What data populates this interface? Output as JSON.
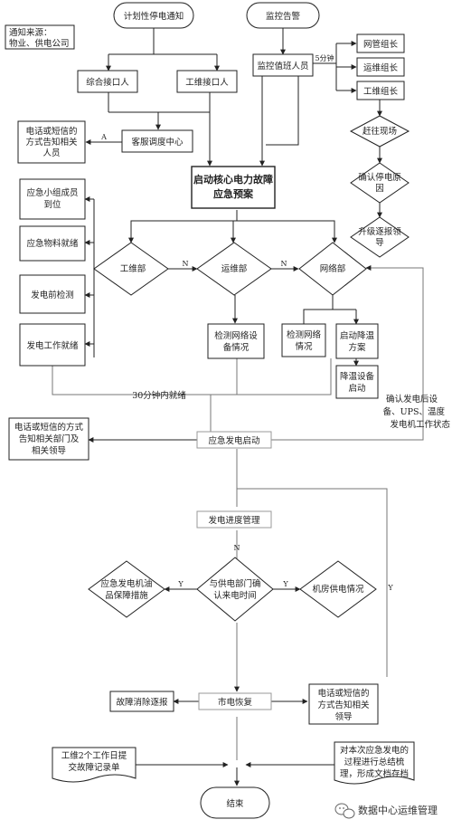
{
  "nodes": {
    "planned_notice": "计划性停电通知",
    "notice_source_1": "通知来源：",
    "notice_source_2": "物业、供电公司",
    "monitor_alarm": "监控告警",
    "general_contact": "综合接口人",
    "maint_contact": "工维接口人",
    "monitor_staff": "监控值班人员",
    "min5": "5分钟",
    "net_lead": "网管组长",
    "ops_lead": "运维组长",
    "maint_lead": "工维组长",
    "sms_notify_1_l1": "电话或短信的",
    "sms_notify_1_l2": "方式告知相关",
    "sms_notify_1_l3": "人员",
    "service_center": "客服调度中心",
    "go_site": "赶往现场",
    "confirm_cause_l1": "确认停电原",
    "confirm_cause_l2": "因",
    "plan_l1": "启动核心电力故障",
    "plan_l2": "应急预案",
    "escalate_l1": "升级逐报领",
    "escalate_l2": "导",
    "team_arrive_l1": "应急小组成员",
    "team_arrive_l2": "到位",
    "material_ready": "应急物料就绪",
    "gen_check": "发电前检测",
    "gen_ready": "发电工作就绪",
    "dept_maint": "工维部",
    "dept_ops": "运维部",
    "dept_net": "网络部",
    "check_equip_l1": "检测网络设",
    "check_equip_l2": "备情况",
    "check_net_l1": "检测网络",
    "check_net_l2": "情况",
    "start_cooling_l1": "启动降温",
    "start_cooling_l2": "方案",
    "cooling_device_l1": "降温设备",
    "cooling_device_l2": "启动",
    "ready_30min": "30分钟内就绪",
    "confirm_after_l1": "确认发电后设",
    "confirm_after_l2": "备、UPS、温度",
    "confirm_after_l3": "发电机工作状态",
    "notify_dept_l1": "电话或短信的方式",
    "notify_dept_l2": "告知相关部门及",
    "notify_dept_l3": "相关领导",
    "gen_start": "应急发电启动",
    "gen_progress": "发电进度管理",
    "n_label": "N",
    "n_label_2": "N",
    "n_label_3": "N",
    "y_label": "Y",
    "y_label_2": "Y",
    "y_label_3": "Y",
    "a_label": "A",
    "fuel_l1": "应急发电机油",
    "fuel_l2": "品保障措施",
    "confirm_time_l1": "与供电部门确",
    "confirm_time_l2": "认来电时间",
    "room_power": "机房供电情况",
    "fault_report": "故障消除逐报",
    "power_restore": "市电恢复",
    "notify_leader_l1": "电话或短信的",
    "notify_leader_l2": "方式告知相关",
    "notify_leader_l3": "领导",
    "record_l1": "工维2个工作日提",
    "record_l2": "交故障记录单",
    "summary_l1": "对本次应急发电的",
    "summary_l2": "过程进行总结梳",
    "summary_l3": "理，形成文档存档",
    "end": "结束"
  },
  "watermark": {
    "icon": "wechat-icon",
    "text": "数据中心运维管理"
  }
}
